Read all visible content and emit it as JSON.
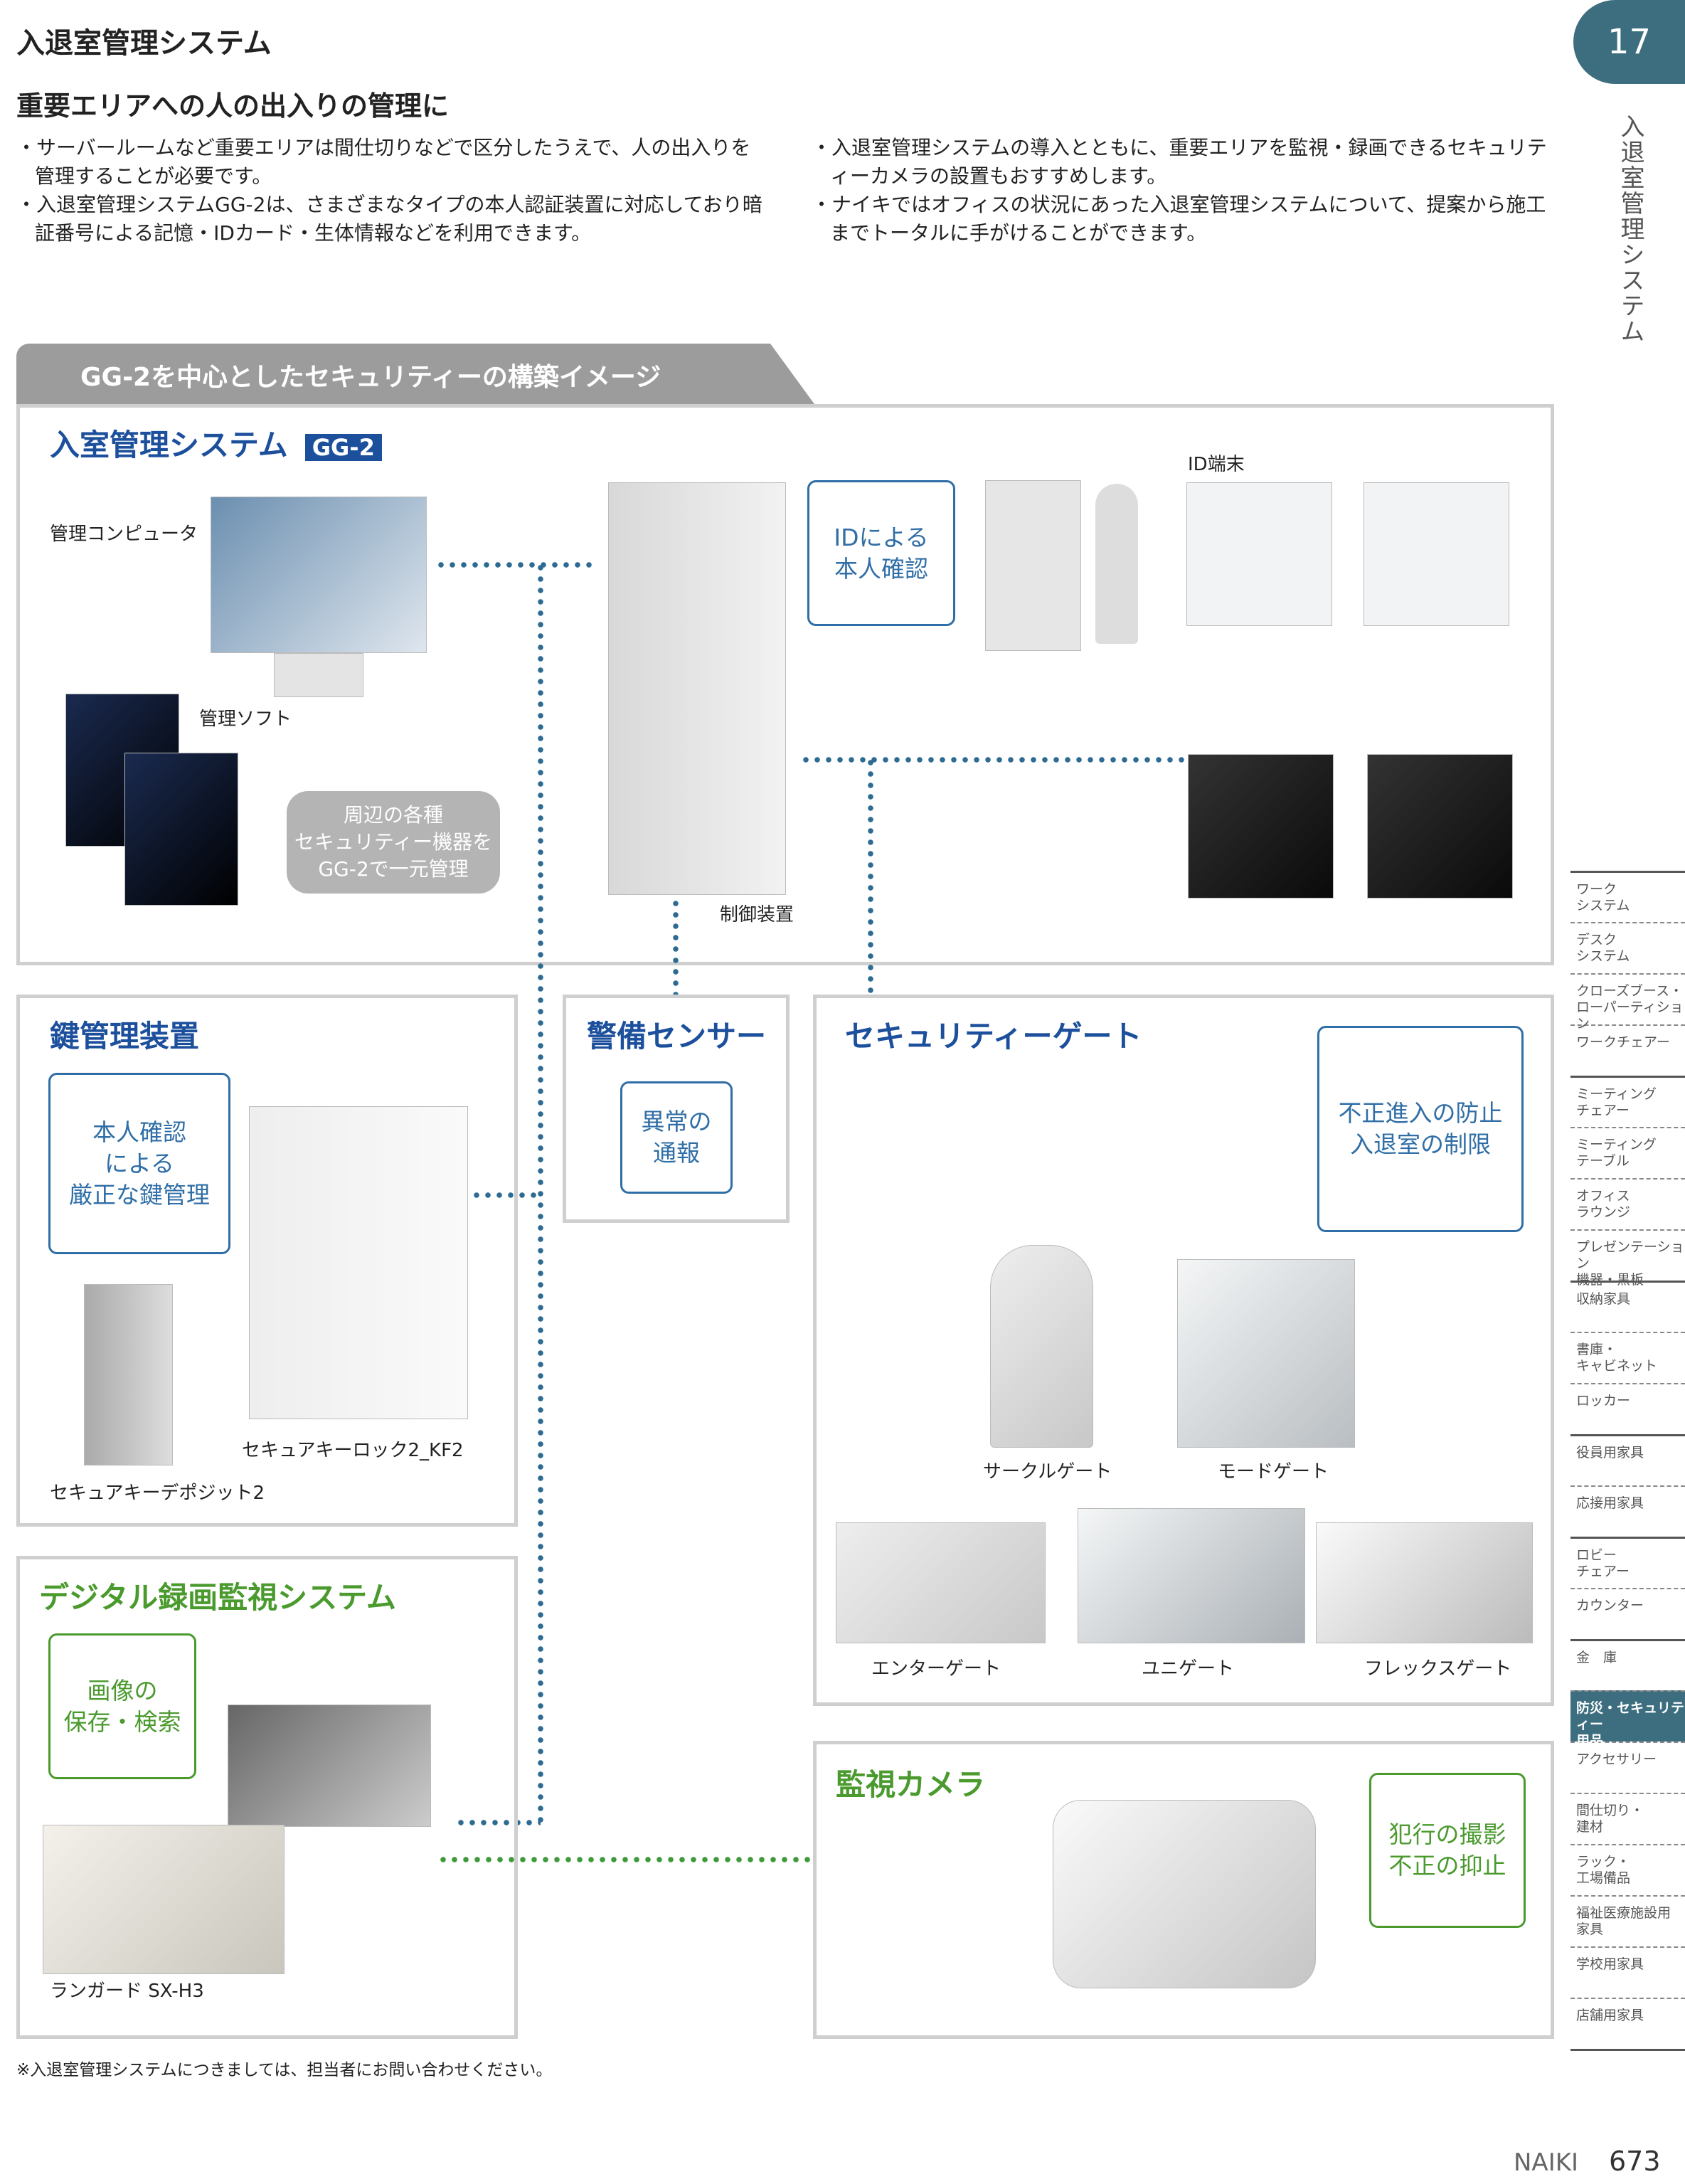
{
  "header": {
    "title": "入退室管理システム",
    "subtitle": "重要エリアへの人の出入りの管理に",
    "tab_number": "17",
    "vertical_title": "入退室管理システム"
  },
  "bullets_left": [
    "・サーバールームなど重要エリアは間仕切りなどで区分したうえで、人の出入りを管理することが必要です。",
    "・入退室管理システムGG-2は、さまざまなタイプの本人認証装置に対応しており暗証番号による記憶・IDカード・生体情報などを利用できます。"
  ],
  "bullets_right": [
    "・入退室管理システムの導入とともに、重要エリアを監視・録画できるセキュリティーカメラの設置もおすすめします。",
    "・ナイキではオフィスの状況にあった入退室管理システムについて、提案から施工までトータルに手がけることができます。"
  ],
  "banner": "GG-2を中心としたセキュリティーの構築イメージ",
  "gg2": {
    "title": "入室管理システム",
    "badge": "GG-2",
    "pc_label": "管理コンピュータ",
    "soft_label": "管理ソフト",
    "pill": "周辺の各種\nセキュリティー機器を\nGG-2で一元管理",
    "controller_label": "制御装置",
    "callout": "IDによる\n本人確認",
    "id_label": "ID端末"
  },
  "key": {
    "title": "鍵管理装置",
    "callout": "本人確認\nによる\n厳正な鍵管理",
    "lock_label": "セキュアキーロック2_KF2",
    "deposit_label": "セキュアキーデポジット2"
  },
  "sensor": {
    "title": "警備センサー",
    "callout": "異常の\n通報"
  },
  "gate": {
    "title": "セキュリティーゲート",
    "callout": "不正進入の防止\n入退室の制限",
    "items": [
      "サークルゲート",
      "モードゲート",
      "エンターゲート",
      "ユニゲート",
      "フレックスゲート"
    ]
  },
  "dvr": {
    "title": "デジタル録画監視システム",
    "callout": "画像の\n保存・検索",
    "label": "ランガード SX-H3"
  },
  "camera": {
    "title": "監視カメラ",
    "callout": "犯行の撮影\n不正の抑止"
  },
  "footnote": "※入退室管理システムにつきましては、担当者にお問い合わせください。",
  "footer": {
    "brand": "NAIKI",
    "page": "673"
  },
  "sidebar": [
    {
      "label": "ワーク\nシステム",
      "solid": true
    },
    {
      "label": "デスク\nシステム"
    },
    {
      "label": "クローズブース・\nローパーティション"
    },
    {
      "label": "ワークチェアー"
    },
    {
      "label": "ミーティング\nチェアー",
      "solid": true
    },
    {
      "label": "ミーティング\nテーブル"
    },
    {
      "label": "オフィス\nラウンジ"
    },
    {
      "label": "プレゼンテーション\n機器・黒板"
    },
    {
      "label": "収納家具",
      "solid": true
    },
    {
      "label": "書庫・\nキャビネット"
    },
    {
      "label": "ロッカー"
    },
    {
      "label": "役員用家具",
      "solid": true
    },
    {
      "label": "応接用家具"
    },
    {
      "label": "ロビー\nチェアー",
      "solid": true
    },
    {
      "label": "カウンター"
    },
    {
      "label": "金　庫",
      "solid": true
    },
    {
      "label": "防災・セキュリティー\n用品",
      "active": true
    },
    {
      "label": "アクセサリー"
    },
    {
      "label": "間仕切り・\n建材"
    },
    {
      "label": "ラック・\n工場備品"
    },
    {
      "label": "福祉医療施設用\n家具"
    },
    {
      "label": "学校用家具"
    },
    {
      "label": "店舗用家具"
    }
  ]
}
